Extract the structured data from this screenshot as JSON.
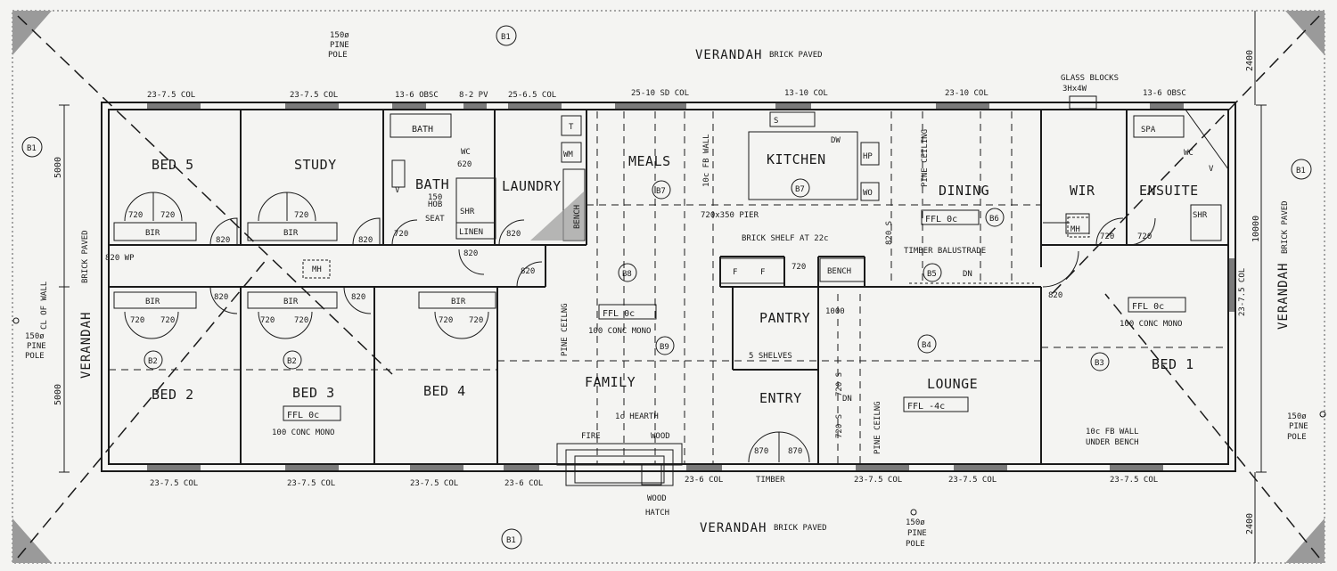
{
  "plan": {
    "verandah_top": "VERANDAH",
    "verandah_bottom": "VERANDAH",
    "verandah_left": "VERANDAH",
    "verandah_right": "VERANDAH",
    "brick_paved": "BRICK PAVED",
    "cl_of_wall": "CL OF WALL",
    "pine_pole_size": "150ø",
    "pine": "PINE",
    "pole": "POLE",
    "dims": {
      "left_top": "5000",
      "left_bottom": "5000",
      "right_overall": "10000",
      "verandah_depth_top": "2400",
      "verandah_depth_bottom": "2400"
    },
    "tags": {
      "b1": "B1",
      "b2": "B2",
      "b3": "B3",
      "b4": "B4",
      "b5": "B5",
      "b6": "B6",
      "b7": "B7",
      "b8": "B8",
      "b9": "B9"
    },
    "rooms": {
      "bed5": "BED 5",
      "study": "STUDY",
      "bath": "BATH",
      "bath_tub": "BATH",
      "laundry": "LAUNDRY",
      "meals": "MEALS",
      "kitchen": "KITCHEN",
      "dining": "DINING",
      "wir": "WIR",
      "ensuite": "ENSUITE",
      "bed2": "BED 2",
      "bed3": "BED 3",
      "bed4": "BED 4",
      "family": "FAMILY",
      "pantry": "PANTRY",
      "entry": "ENTRY",
      "lounge": "LOUNGE",
      "bed1": "BED 1"
    },
    "windows_top": {
      "w1": "23-7.5 COL",
      "w2": "23-7.5 COL",
      "w3": "13-6 OBSC",
      "w4": "8-2 PV",
      "w5": "25-6.5 COL",
      "w6": "25-10 SD COL",
      "w7": "13-10 COL",
      "w8": "23-10 COL",
      "w9": "13-6 OBSC"
    },
    "windows_bottom": {
      "w1": "23-7.5 COL",
      "w2": "23-7.5 COL",
      "w3": "23-7.5 COL",
      "w4": "23-6 COL",
      "w5": "23-6 COL",
      "w6": "TIMBER",
      "w7": "23-7.5 COL",
      "w8": "23-7.5 COL",
      "w9": "23-7.5 COL"
    },
    "window_right": "23-7.5 COL",
    "glass_blocks": "GLASS BLOCKS",
    "glass_blocks_size": "3Hx4W",
    "fixtures": {
      "bir": "BIR",
      "mh": "MH",
      "wc": "WC",
      "shr": "SHR",
      "linen": "LINEN",
      "seat": "SEAT",
      "hob_note_1": "150",
      "hob_note_2": "HOB",
      "v": "V",
      "t": "T",
      "wm": "WM",
      "bench": "BENCH",
      "s": "S",
      "dw": "DW",
      "hp": "HP",
      "wo": "WO",
      "f": "F",
      "spa": "SPA",
      "pier": "720x350 PIER",
      "fb_wall": "10c FB WALL",
      "brick_shelf": "BRICK SHELF AT 22c",
      "timber_balustrade": "TIMBER BALUSTRADE",
      "dn": "DN",
      "shelves": "5 SHELVES",
      "hearth": "1c HEARTH",
      "fire": "FIRE",
      "wood": "WOOD",
      "wood_hatch_1": "WOOD",
      "wood_hatch_2": "HATCH",
      "fb_wall_bench_1": "10c FB WALL",
      "fb_wall_bench_2": "UNDER BENCH",
      "pine_ceiling": "PINE CEILNG",
      "pine_ceiling_2": "PINE CEILING"
    },
    "doors": {
      "d720": "720",
      "d820": "820",
      "d620": "620",
      "d870": "870",
      "d820wp": "820 WP",
      "d1000": "1000",
      "d820s": "820 S",
      "d720s": "720 S"
    },
    "ffl": {
      "ffl0": "FFL 0c",
      "ffl_lounge": "FFL -4c",
      "conc": "100 CONC MONO"
    }
  }
}
